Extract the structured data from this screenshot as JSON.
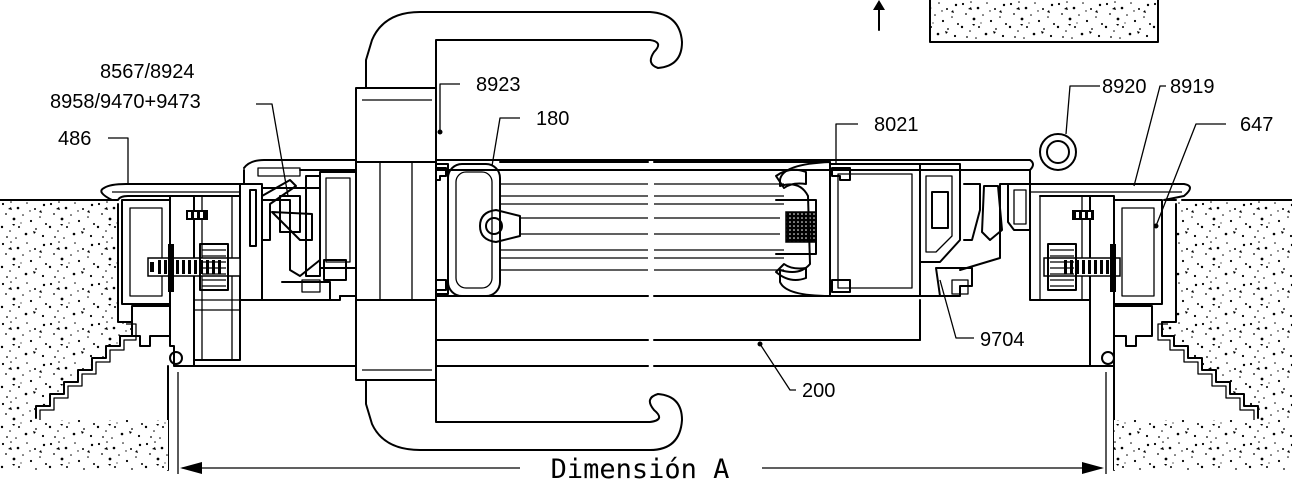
{
  "labels": {
    "p8567": "8567/8924",
    "p8958": "8958/9470+9473",
    "p486": "486",
    "p8923": "8923",
    "p180": "180",
    "p8021": "8021",
    "p8920": "8920",
    "p8919": "8919",
    "p647": "647",
    "p9704": "9704",
    "p200": "200"
  },
  "dimension": {
    "label": "Dimensión  A"
  },
  "icons": [
    "concrete-wall-left",
    "concrete-wall-right",
    "concrete-block-top",
    "arrow-up-icon",
    "pull-handle",
    "dimension-arrow"
  ]
}
